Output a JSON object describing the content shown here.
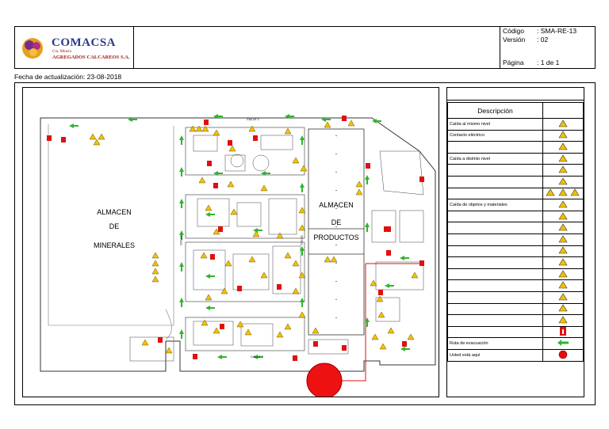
{
  "header": {
    "company_name": "COMACSA",
    "company_sub1": "Cia. Minera",
    "company_sub2": "AGREGADOS CALCAREOS S.A.",
    "codigo_label": "Código",
    "codigo_value": ": SMA-RE-13",
    "version_label": "Versión",
    "version_value": ": 02",
    "pagina_label": "Página",
    "pagina_value": ": 1 de 1"
  },
  "update_date": "Fecha de actualización:  23-08-2018",
  "map": {
    "almacen_minerales": [
      "ALMACEN",
      "DE",
      "MINERALES"
    ],
    "almacen_productos": [
      "ALMACEN",
      "DE",
      "PRODUCTOS"
    ],
    "calle_top": "CALLE  1",
    "calle_bottom": "CALLE  3",
    "calle_left": "CALLE",
    "calle_mid": "CALLE"
  },
  "legend": {
    "title": "Descripción",
    "rows": [
      {
        "text": "Caída al mismo nivel",
        "icon": "warning-triangle"
      },
      {
        "text": "Contacto eléctrico",
        "icon": "warning-triangle"
      },
      {
        "text": "",
        "icon": "warning-triangle"
      },
      {
        "text": "Caída a distinto nivel",
        "icon": "warning-triangle"
      },
      {
        "text": "",
        "icon": "warning-triangle"
      },
      {
        "text": "",
        "icon": "warning-triangle"
      },
      {
        "text": "",
        "icon": "warning-triangle-group"
      },
      {
        "text": "Caída de objetos y materiales",
        "icon": "warning-triangle"
      },
      {
        "text": "",
        "icon": "warning-triangle"
      },
      {
        "text": "",
        "icon": "warning-triangle"
      },
      {
        "text": "",
        "icon": "warning-triangle"
      },
      {
        "text": "",
        "icon": "warning-triangle"
      },
      {
        "text": "",
        "icon": "warning-triangle"
      },
      {
        "text": "",
        "icon": "warning-triangle"
      },
      {
        "text": "",
        "icon": "warning-triangle"
      },
      {
        "text": "",
        "icon": "warning-triangle"
      },
      {
        "text": "",
        "icon": "warning-triangle"
      },
      {
        "text": "",
        "icon": "warning-triangle"
      },
      {
        "text": "",
        "icon": "extinguisher-sign"
      },
      {
        "text": "Ruta de evacuación",
        "icon": "green-arrow"
      },
      {
        "text": "Usted está aquí",
        "icon": "red-dot"
      }
    ]
  },
  "colors": {
    "warning_yellow": "#f2c200",
    "sign_red": "#e01010",
    "arrow_green": "#2fb52f",
    "brand_blue": "#2a3a8a"
  }
}
